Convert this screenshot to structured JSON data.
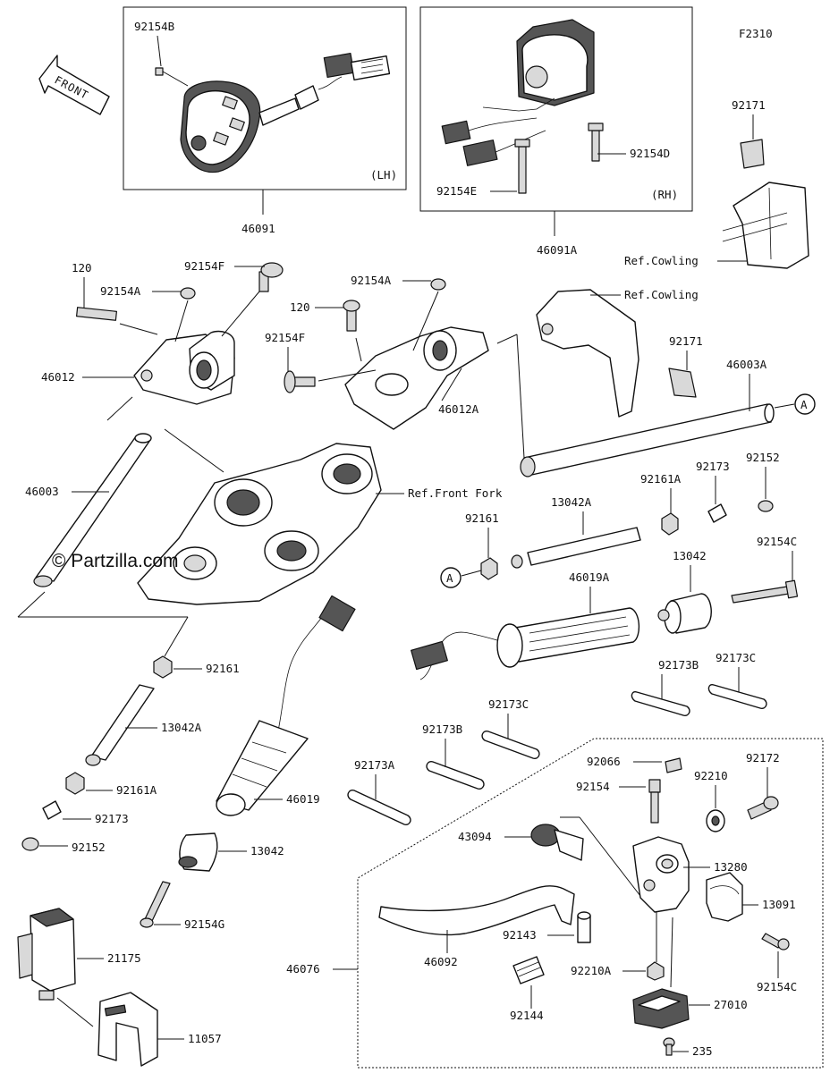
{
  "figure_code": "F2310",
  "watermark": "© Partzilla.com",
  "front_arrow": "FRONT",
  "labels": {
    "p92154B": "92154B",
    "p46091": "46091",
    "lh": "(LH)",
    "p92154D": "92154D",
    "p92154E": "92154E",
    "rh": "(RH)",
    "p46091A": "46091A",
    "p92171_top": "92171",
    "ref_cowling_1": "Ref.Cowling",
    "ref_cowling_2": "Ref.Cowling",
    "p120_a": "120",
    "p92154F_a": "92154F",
    "p92154A_a": "92154A",
    "p46012": "46012",
    "p92154A_b": "92154A",
    "p120_b": "120",
    "p92154F_b": "92154F",
    "p46012A": "46012A",
    "p92171_mid": "92171",
    "p46003A": "46003A",
    "circle_A_1": "A",
    "p46003": "46003",
    "ref_front_fork": "Ref.Front Fork",
    "p92161A_r": "92161A",
    "p92173_r": "92173",
    "p92152_r": "92152",
    "p13042A_r": "13042A",
    "p92161_r": "92161",
    "p92154C_r": "92154C",
    "circle_A_2": "A",
    "p46019A": "46019A",
    "p13042_r": "13042",
    "p92173B_r": "92173B",
    "p92173C_r": "92173C",
    "p92161_l": "92161",
    "p13042A_l": "13042A",
    "p92161A_l": "92161A",
    "p92173_l": "92173",
    "p92152_l": "92152",
    "p46019": "46019",
    "p13042_l": "13042",
    "p92154G": "92154G",
    "p92173C_m": "92173C",
    "p92173B_m": "92173B",
    "p92173A": "92173A",
    "p92066": "92066",
    "p92172": "92172",
    "p92154": "92154",
    "p92210": "92210",
    "p43094": "43094",
    "p13280": "13280",
    "p13091": "13091",
    "p46076": "46076",
    "p92143": "92143",
    "p46092": "46092",
    "p92210A": "92210A",
    "p92154C_b": "92154C",
    "p92144": "92144",
    "p27010": "27010",
    "p235": "235",
    "p21175": "21175",
    "p11057": "11057"
  }
}
